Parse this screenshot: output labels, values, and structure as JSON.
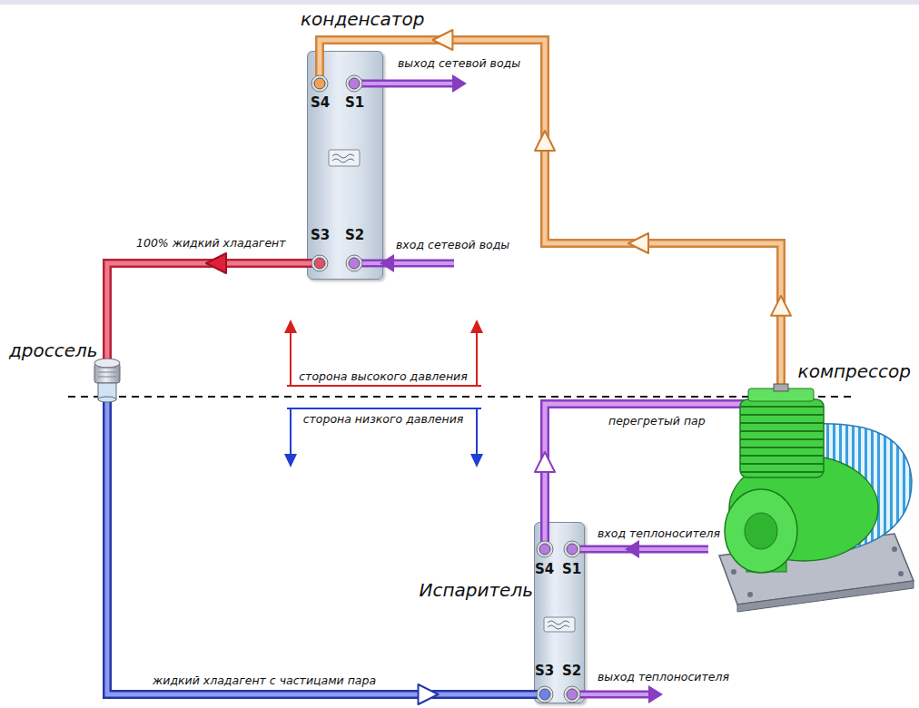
{
  "diagram": {
    "nodes": [
      {
        "text": [
          "конденсатор"
        ]
      },
      {
        "text": [
          "дроссель"
        ]
      },
      {
        "text": [
          "компрессор"
        ]
      },
      {
        "text": [
          "Испаритель"
        ]
      }
    ],
    "edges": [
      {
        "from": 0,
        "to": 1,
        "arrow": "to",
        "label": "100% жидкий хладагент"
      },
      {
        "from": 1,
        "to": 3,
        "arrow": "to",
        "label": "жидкий хладагент с частицами пара"
      },
      {
        "from": 3,
        "to": 2,
        "arrow": "to",
        "label": "перегретый пар"
      },
      {
        "from": 2,
        "to": 0,
        "arrow": "to"
      }
    ],
    "labels": [
      "S4",
      "S1",
      "S3",
      "S2",
      "выход сетевой воды",
      "вход сетевой воды",
      "сторона высокого давления",
      "сторона низкого давления",
      "S4",
      "S1",
      "вход теплоносителя",
      "S3",
      "S2",
      "выход теплоносителя"
    ]
  }
}
